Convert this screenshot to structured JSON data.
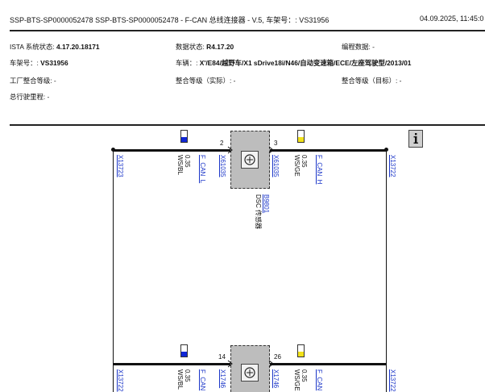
{
  "header": {
    "title": "SSP-BTS-SP0000052478  SSP-BTS-SP0000052478  - F-CAN 总线连接器 - V.5, 车架号：: VS31956",
    "datetime": "04.09.2025,  11:45:0"
  },
  "info": {
    "ista_label": "ISTA 系统状态: ",
    "ista_value": "4.17.20.18171",
    "data_label": "数据状态: ",
    "data_value": "R4.17.20",
    "edit_label": "编程数据: -",
    "vin_label": "车架号：: ",
    "vin_value": "VS31956",
    "vehicle_label": "车辆：: ",
    "vehicle_value": "X'/E84/越野车/X1 sDrive18i/N46/自动变速箱/ECE/左座驾驶型/2013/01",
    "factory_label": "工厂整合等级: -",
    "actual_label": "整合等级（实际）: -",
    "target_label": "整合等级（目标）: -",
    "mileage_label": "总行驶里程: -"
  },
  "diagram": {
    "top": {
      "left_connector": "X13723",
      "right_connector": "X13722",
      "pin_left": "2",
      "pin_right": "3",
      "ecu_conn_left": "X61035",
      "ecu_conn_right": "X61035",
      "left_wire": {
        "section": "0.35",
        "color": "WS/BL",
        "signal": "F_CAN_L"
      },
      "right_wire": {
        "section": "0.35",
        "color": "WS/GE",
        "signal": "F_CAN_H"
      },
      "component_id": "B9801",
      "component_name": "DSC 传感器"
    },
    "bottom": {
      "left_connector": "X13722",
      "right_connector": "X13722",
      "pin_left": "14",
      "pin_right": "26",
      "ecu_conn_left": "X1746",
      "ecu_conn_right": "X1746",
      "left_wire": {
        "section": "0.35",
        "color": "WS/BL",
        "signal": "F_CAN"
      },
      "right_wire": {
        "section": "0.35",
        "color": "WS/GE",
        "signal": "F_CAN"
      }
    },
    "colors": {
      "blue": "#1027d6",
      "yellow": "#f2e21a"
    },
    "info_button_icon": "info-icon"
  }
}
